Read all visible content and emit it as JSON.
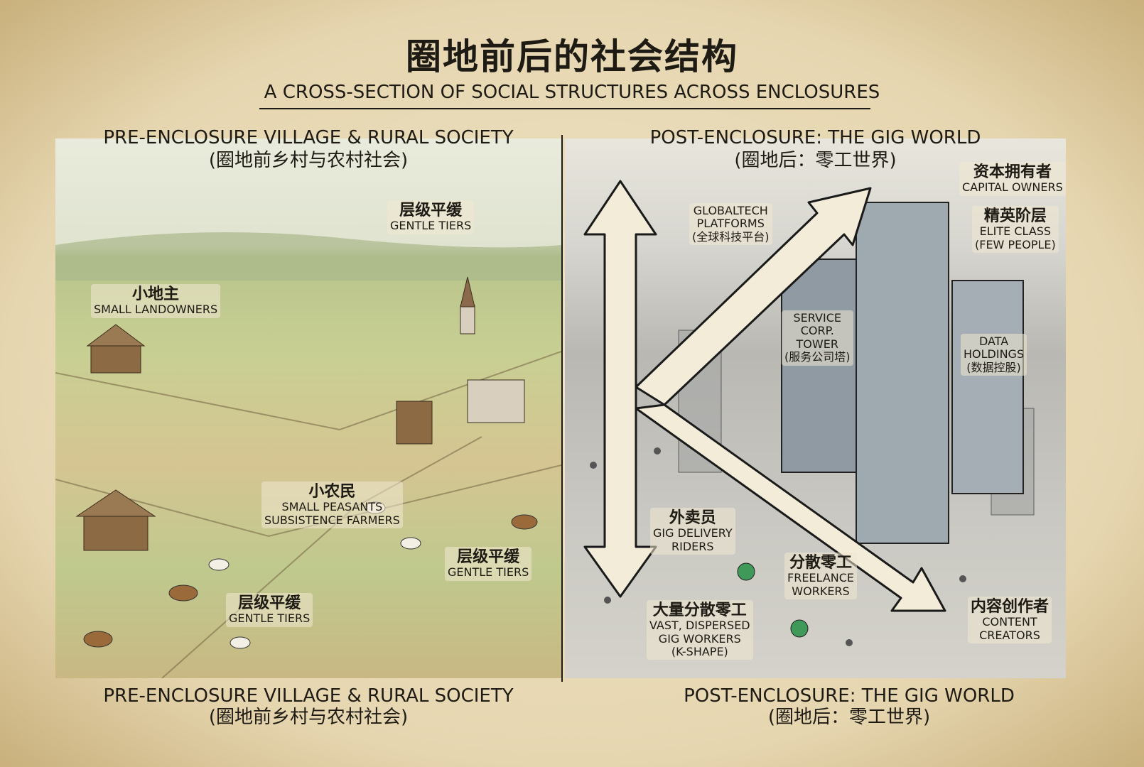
{
  "title": "圈地前后的社会结构",
  "subtitle": "A CROSS-SECTION OF SOCIAL STRUCTURES ACROSS ENCLOSURES",
  "left": {
    "heading_en": "PRE-ENCLOSURE VILLAGE & RURAL SOCIETY",
    "heading_zh": "(圈地前乡村与农村社会)",
    "labels": [
      {
        "zh": "层级平缓",
        "en": "GENTLE TIERS"
      },
      {
        "zh": "小地主",
        "en": "SMALL LANDOWNERS"
      },
      {
        "zh": "小农民",
        "en": "SMALL PEASANTS",
        "en2": "SUBSISTENCE FARMERS"
      },
      {
        "zh": "层级平缓",
        "en": "GENTLE TIERS"
      },
      {
        "zh": "层级平缓",
        "en": "GENTLE TIERS"
      }
    ],
    "footer_en": "PRE-ENCLOSURE VILLAGE & RURAL SOCIETY",
    "footer_zh": "(圈地前乡村与农村社会)"
  },
  "right": {
    "heading_en": "POST-ENCLOSURE: THE GIG WORLD",
    "heading_zh": "(圈地后：零工世界)",
    "labels": {
      "capital": {
        "zh": "资本拥有者",
        "en": "CAPITAL OWNERS"
      },
      "elite": {
        "zh": "精英阶层",
        "en": "ELITE CLASS",
        "en2": "(FEW PEOPLE)"
      },
      "globaltech": {
        "en": "GLOBALTECH",
        "en2": "PLATFORMS",
        "zh": "(全球科技平台)"
      },
      "service": {
        "en": "SERVICE",
        "en2": "CORP.",
        "en3": "TOWER",
        "zh": "(服务公司塔)"
      },
      "data": {
        "en": "DATA",
        "en2": "HOLDINGS",
        "zh": "(数据控股)"
      },
      "delivery": {
        "zh": "外卖员",
        "en": "GIG DELIVERY",
        "en2": "RIDERS"
      },
      "freelance": {
        "zh": "分散零工",
        "en": "FREELANCE",
        "en2": "WORKERS"
      },
      "vast": {
        "zh": "大量分散零工",
        "en": "VAST, DISPERSED",
        "en2": "GIG WORKERS",
        "en3": "(K-SHAPE)"
      },
      "creators": {
        "zh": "内容创作者",
        "en": "CONTENT",
        "en2": "CREATORS"
      }
    },
    "footer_en": "POST-ENCLOSURE: THE GIG WORLD",
    "footer_zh": "(圈地后：零工世界)"
  },
  "colors": {
    "parchment": "#e6d6b0",
    "ink": "#1e1a14",
    "field_green": "#b8c48c",
    "city_gray": "#b9b8b3",
    "delivery_green": "#3f9a5a"
  }
}
